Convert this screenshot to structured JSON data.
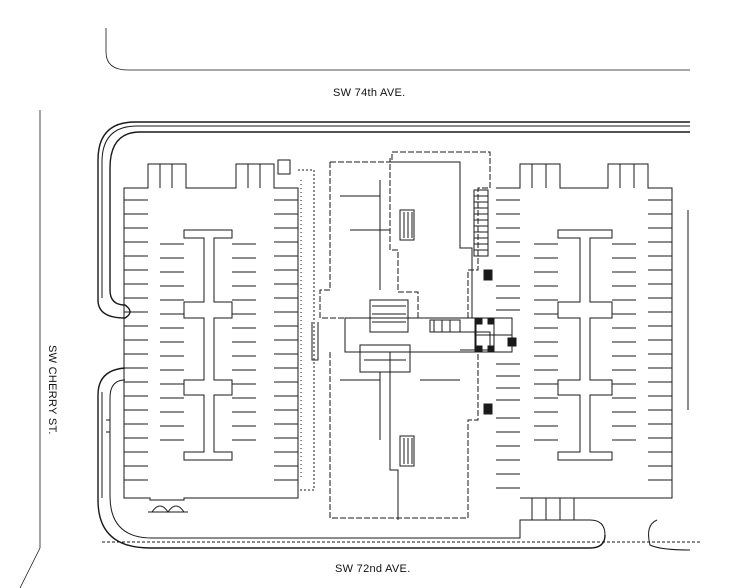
{
  "streets": {
    "north": "SW 74th AVE.",
    "south": "SW 72nd AVE.",
    "west": "SW CHERRY ST."
  },
  "colors": {
    "line": "#1a1a1a",
    "background": "#ffffff"
  }
}
